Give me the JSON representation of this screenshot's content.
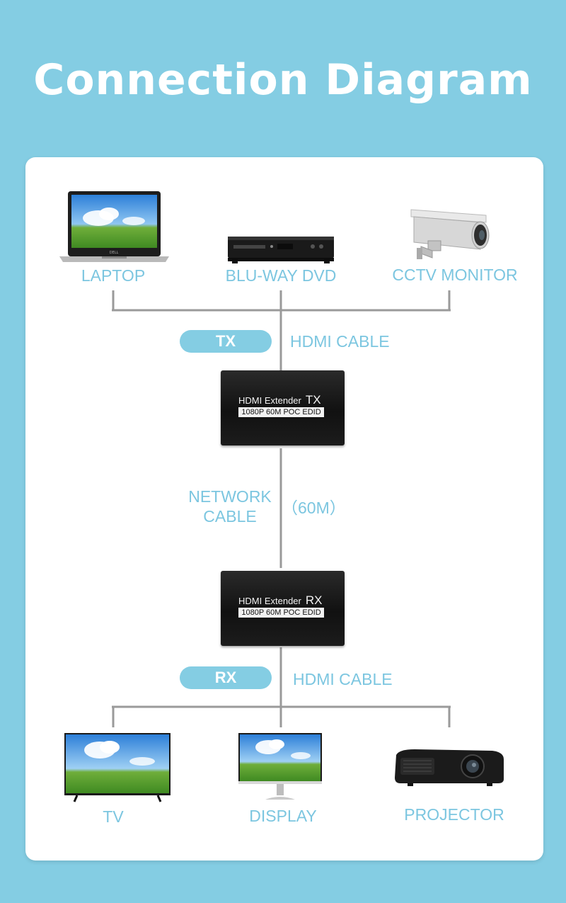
{
  "title": "Connection Diagram",
  "sources": [
    {
      "label": "LAPTOP",
      "icon": "laptop-icon"
    },
    {
      "label": "BLU-WAY DVD",
      "icon": "dvd-player-icon"
    },
    {
      "label": "CCTV MONITOR",
      "icon": "cctv-camera-icon"
    }
  ],
  "tx": {
    "badge": "TX",
    "cable": "HDMI CABLE"
  },
  "transmitter": {
    "name": "HDMI Extender",
    "kind": "TX",
    "spec": "1080P 60M POC EDID"
  },
  "network": {
    "label_line1": "NETWORK",
    "label_line2": "CABLE",
    "length": "（60M）"
  },
  "receiver": {
    "name": "HDMI Extender",
    "kind": "RX",
    "spec": "1080P 60M POC EDID"
  },
  "rx": {
    "badge": "RX",
    "cable": "HDMI CABLE"
  },
  "outputs": [
    {
      "label": "TV",
      "icon": "tv-icon"
    },
    {
      "label": "DISPLAY",
      "icon": "monitor-icon"
    },
    {
      "label": "PROJECTOR",
      "icon": "projector-icon"
    }
  ],
  "colors": {
    "background": "#84cde3",
    "accent_text": "#7cc6e0",
    "line": "#9a9a9a"
  }
}
